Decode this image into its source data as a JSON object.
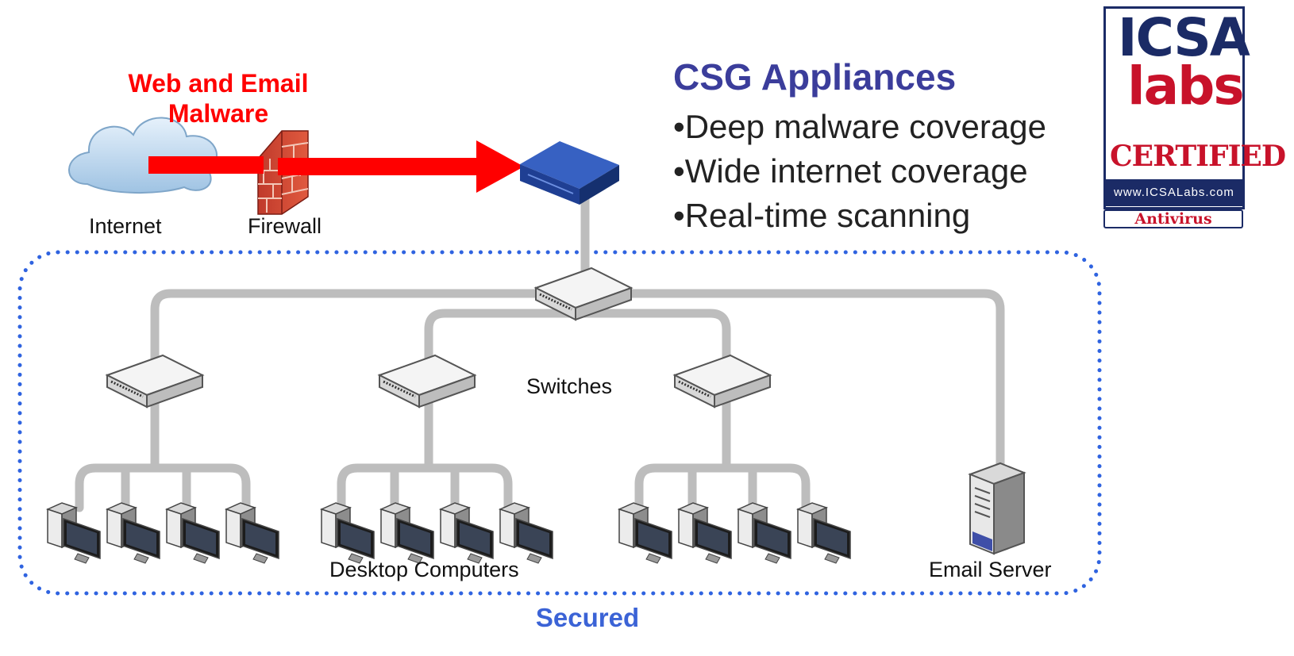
{
  "threat": {
    "label_line1": "Web and Email",
    "label_line2": "Malware"
  },
  "internet": {
    "label": "Internet"
  },
  "firewall": {
    "label": "Firewall"
  },
  "csg": {
    "title": "CSG Appliances",
    "bullets": [
      "Deep malware coverage",
      "Wide internet coverage",
      "Real-time scanning"
    ]
  },
  "switches": {
    "label": "Switches"
  },
  "desktops": {
    "label": "Desktop Computers"
  },
  "email_server": {
    "label": "Email Server"
  },
  "secured": {
    "label": "Secured"
  },
  "badge": {
    "logo_top": "ICSA",
    "logo_bottom": "labs",
    "certified": "CERTIFIED",
    "url": "www.ICSALabs.com",
    "category": "Antivirus"
  },
  "colors": {
    "threat": "#ff0000",
    "title": "#3b3d9b",
    "secured": "#3b63d6",
    "boundary": "#2f63e0",
    "cable": "#bdbdbd",
    "appliance": "#1f3f93",
    "badge_navy": "#1b2b66",
    "badge_red": "#c8122a"
  }
}
